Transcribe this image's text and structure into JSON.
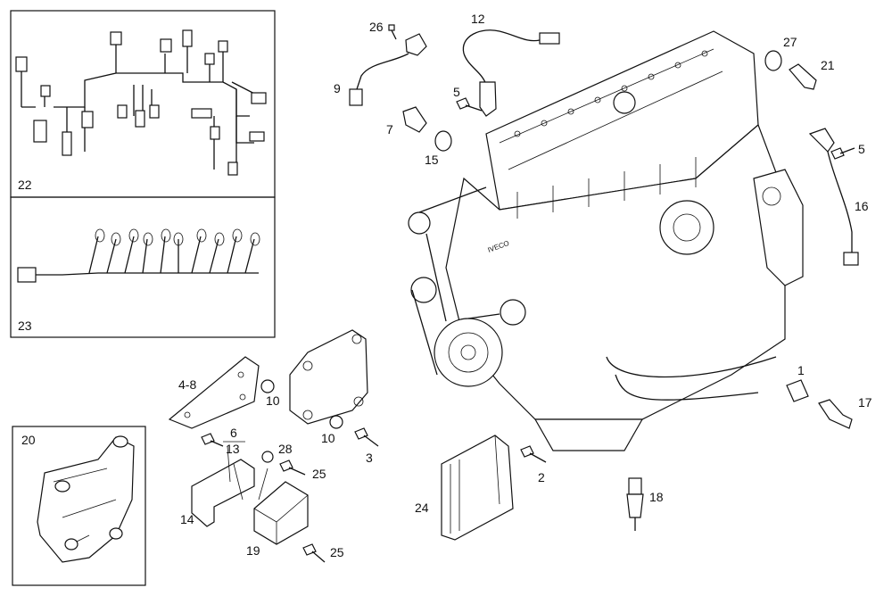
{
  "callouts": {
    "p1": "1",
    "p2": "2",
    "p3": "3",
    "p4_8": "4-8",
    "p5a": "5",
    "p5b": "5",
    "p6": "6",
    "p13": "13",
    "p7": "7",
    "p9": "9",
    "p10a": "10",
    "p10b": "10",
    "p12": "12",
    "p14": "14",
    "p15": "15",
    "p16": "16",
    "p17": "17",
    "p18": "18",
    "p19": "19",
    "p20": "20",
    "p21": "21",
    "p22": "22",
    "p23": "23",
    "p24": "24",
    "p25a": "25",
    "p25b": "25",
    "p26": "26",
    "p27": "27",
    "p28": "28"
  },
  "engine_logo": "IVECO"
}
